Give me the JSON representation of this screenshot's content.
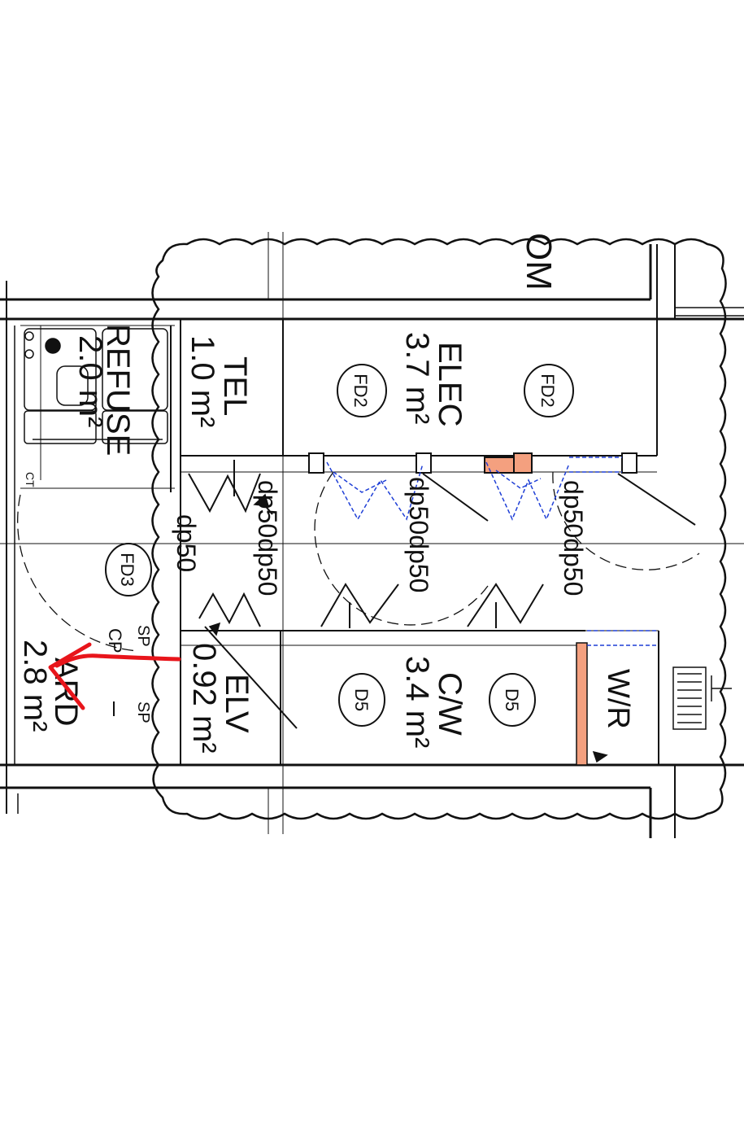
{
  "rooms": {
    "refuse": {
      "name": "REFUSE",
      "area": "2.0 m²"
    },
    "tel": {
      "name": "TEL",
      "area": "1.0 m²"
    },
    "elec": {
      "name": "ELEC",
      "area": "3.7 m²"
    },
    "elv": {
      "name": "ELV",
      "area": "0.92 m²"
    },
    "cw": {
      "name": "C/W",
      "area": "3.4 m²"
    },
    "wr": {
      "name": "W/R"
    },
    "yard": {
      "name": "ARD",
      "area": "2.8 m²"
    },
    "top": {
      "name": "OM"
    }
  },
  "door_tags": {
    "fd2_a": "FD2",
    "fd2_b": "FD2",
    "fd3": "FD3",
    "d5_a": "D5",
    "d5_b": "D5"
  },
  "duct_labels": {
    "dp1": "dp50dp50",
    "dp2": "dp50",
    "dp3": "dp50dp50",
    "dp4": "dp50dp50"
  },
  "small_labels": {
    "cp": "CP",
    "sp_a": "SP",
    "sp_b": "SP",
    "ct": "CT"
  },
  "colors": {
    "line": "#111111",
    "hidden_line": "#1f3fd6",
    "markup": "#e8151b",
    "fill_highlight": "#f4a07f"
  }
}
